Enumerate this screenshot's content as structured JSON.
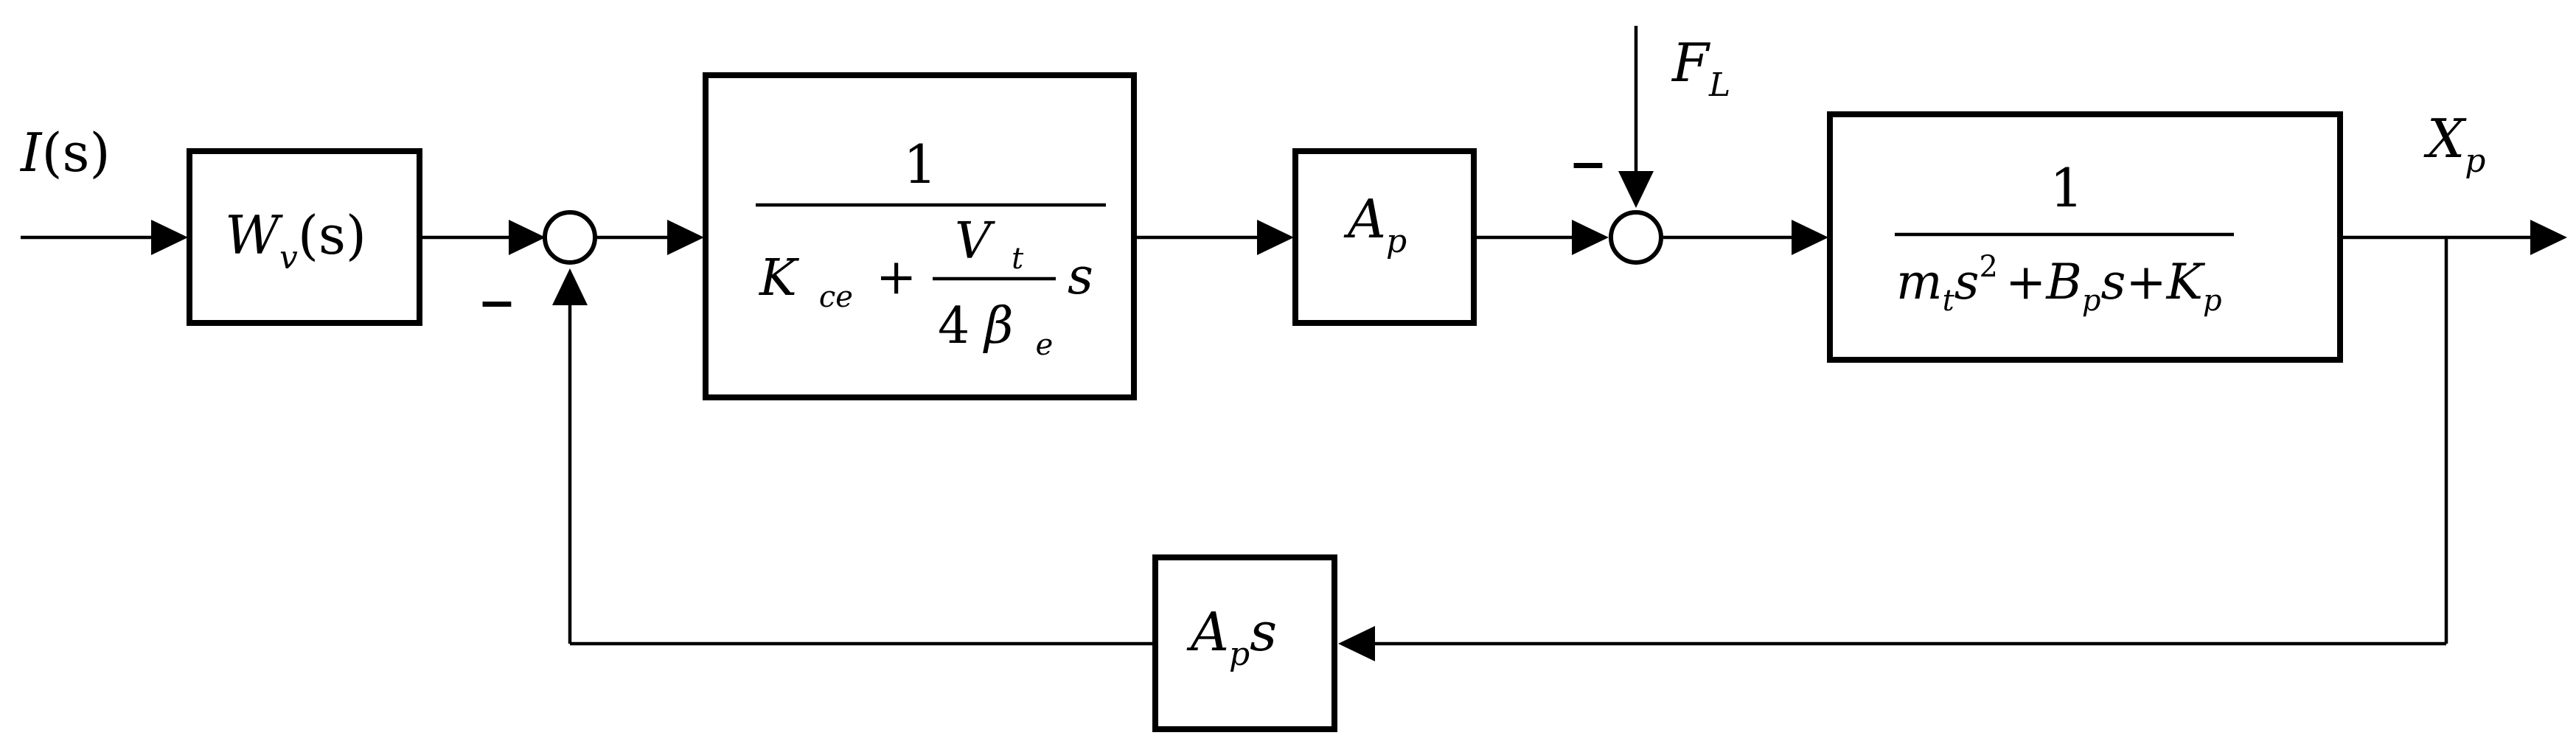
{
  "input": {
    "base": "I",
    "paren": "(s)"
  },
  "output": {
    "base": "X",
    "sub": "p"
  },
  "disturbance": {
    "base": "F",
    "sub": "L"
  },
  "sum1": {
    "sign": "−"
  },
  "sum2": {
    "sign": "−"
  },
  "block_valve": {
    "base": "W",
    "sub": "v",
    "paren": "(s)"
  },
  "block_hydraulic": {
    "numerator": "1",
    "den_k": "K",
    "den_k_sub": "ce",
    "den_plus": "+",
    "inner_num": "V",
    "inner_num_sub": "t",
    "inner_den": "4",
    "inner_den_beta": "β",
    "inner_den_sub": "e",
    "den_s": "s"
  },
  "block_area": {
    "base": "A",
    "sub": "p"
  },
  "block_load": {
    "numerator": "1",
    "m": "m",
    "m_sub": "t",
    "s1": "s",
    "exp": "2",
    "plus1": "+",
    "b": "B",
    "b_sub": "p",
    "s2": "s",
    "plus2": "+",
    "k": "K",
    "k_sub": "p"
  },
  "block_feedback": {
    "base": "A",
    "sub": "p",
    "s": "s"
  }
}
